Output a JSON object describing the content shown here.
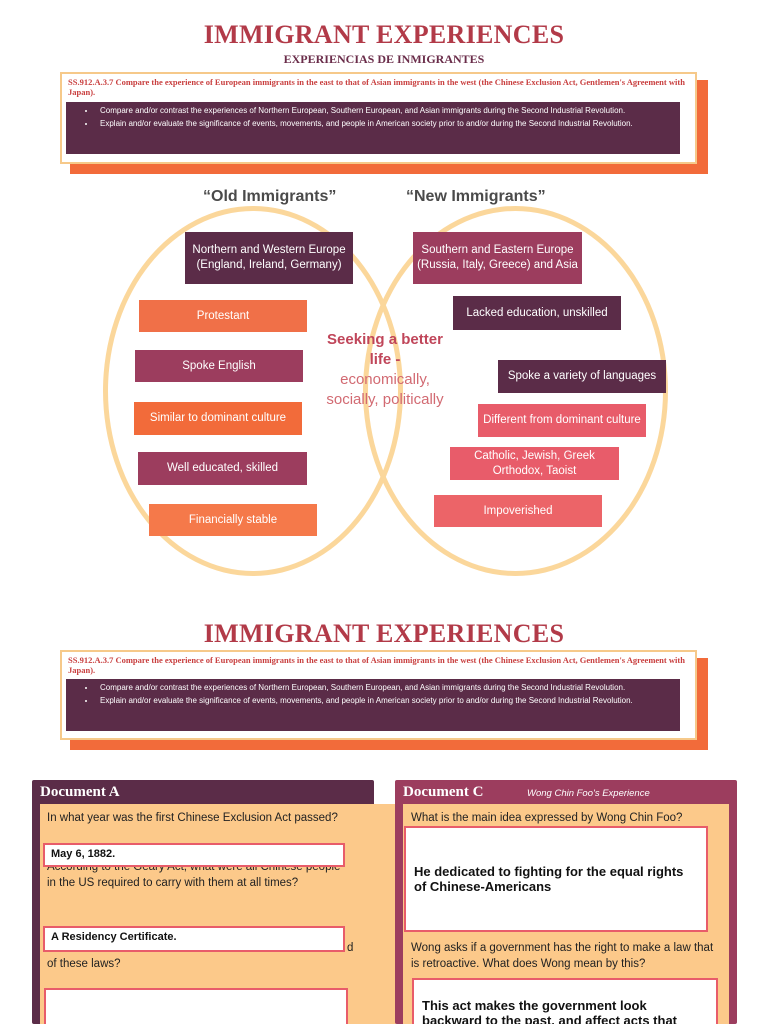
{
  "page1": {
    "title": "IMMIGRANT EXPERIENCES",
    "subtitle": "EXPERIENCIAS DE INMIGRANTES",
    "standard": "SS.912.A.3.7 Compare the experience of European immigrants in the east to that of Asian immigrants in the west (the Chinese Exclusion Act, Gentlemen's Agreement with Japan).",
    "objectives": [
      "Compare and/or contrast the experiences of Northern European, Southern European, and Asian immigrants during the Second Industrial Revolution.",
      "Explain and/or evaluate the significance of events, movements, and people in American society prior to and/or during the Second Industrial Revolution."
    ]
  },
  "venn": {
    "old_title": "“Old Immigrants”",
    "new_title": "“New Immigrants”",
    "old_origin": "Northern and Western Europe (England, Ireland, Germany)",
    "new_origin": "Southern and Eastern Europe (Russia, Italy, Greece) and Asia",
    "old_traits": [
      "Protestant",
      "Spoke English",
      "Similar to dominant culture",
      "Well educated, skilled",
      "Financially stable"
    ],
    "new_traits": [
      "Lacked education, unskilled",
      "Spoke a variety of languages",
      "Different from dominant culture",
      "Catholic, Jewish, Greek Orthodox, Taoist",
      "Impoverished"
    ],
    "center_bold": "Seeking a better life -",
    "center_light": "economically, socially, politically"
  },
  "page2": {
    "title": "IMMIGRANT EXPERIENCES",
    "standard": "SS.912.A.3.7 Compare the experience of European immigrants in the east to that of Asian immigrants in the west (the Chinese Exclusion Act, Gentlemen's Agreement with Japan).",
    "objectives": [
      "Compare and/or contrast the experiences of Northern European, Southern European, and Asian immigrants during the Second Industrial Revolution.",
      "Explain and/or evaluate the significance of events, movements, and people in American society prior to and/or during the Second Industrial Revolution."
    ]
  },
  "docA": {
    "heading": "Document A",
    "q1": "In what year was the first Chinese Exclusion Act passed?",
    "a1": "May 6, 1882.",
    "q2": "According to the Geary Act, what were all Chinese people in the US required to carry with them at all times?",
    "a2": "A Residency Certificate.",
    "q3": "of these laws?",
    "q3_tail": "d"
  },
  "docC": {
    "heading": "Document C",
    "subheading": "Wong Chin Foo's Experience",
    "q1": "What is the main idea expressed by Wong Chin Foo?",
    "a1": "He dedicated to fighting for the equal rights of Chinese-Americans",
    "q2": "Wong asks if a government has the right to make a law that is retroactive. What does Wong mean by this?",
    "a2": "This act makes the government look backward to the past, and affect acts that"
  },
  "colors": {
    "title": "#b23a48",
    "plum": "#5b2c48",
    "mauve": "#9c3d5e",
    "orange": "#f26b3a",
    "coral": "#e85c6a",
    "circle": "#fbd79b",
    "card_bg": "#fcc98a"
  }
}
